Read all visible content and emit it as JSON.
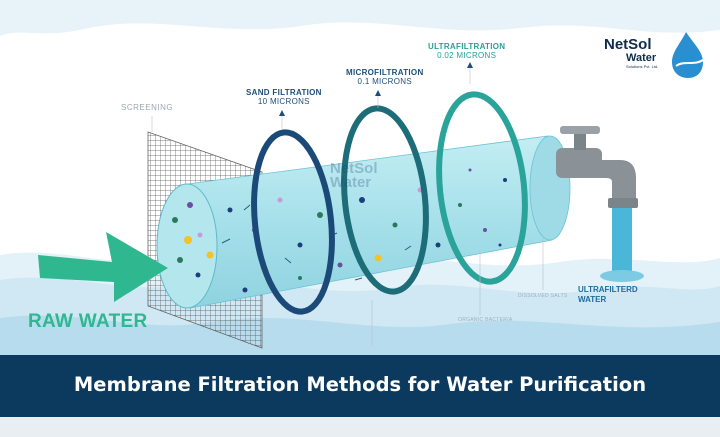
{
  "title": "Membrane Filtration Methods for Water Purification",
  "input_label": "RAW WATER",
  "stages": [
    {
      "name": "SCREENING",
      "detail": ""
    },
    {
      "name": "SAND FILTRATION",
      "detail": "10 MICRONS"
    },
    {
      "name": "MICROFILTRATION",
      "detail": "0.1 MICRONS"
    },
    {
      "name": "ULTRAFILTRATION",
      "detail": "0.02 MICRONS"
    }
  ],
  "output_label": {
    "line1": "ULTRAFILTERD",
    "line2": "WATER"
  },
  "small_labels": {
    "dissolved": "DISSOLVED SALTS",
    "organic": "ORGANIC BACTERIA"
  },
  "logo": {
    "name": "NetSol",
    "sub": "Water",
    "tagline": "Solutions Pvt. Ltd."
  },
  "watermark": {
    "line1": "NetSol",
    "line2": "Water"
  },
  "colors": {
    "banner": "#0b3a5e",
    "raw_water_arrow": "#2fb88f",
    "pipe": "#a9e3ec",
    "ring_sand": "#1b4a78",
    "ring_micro": "#1d6d79",
    "ring_ultra": "#2aa39a"
  }
}
